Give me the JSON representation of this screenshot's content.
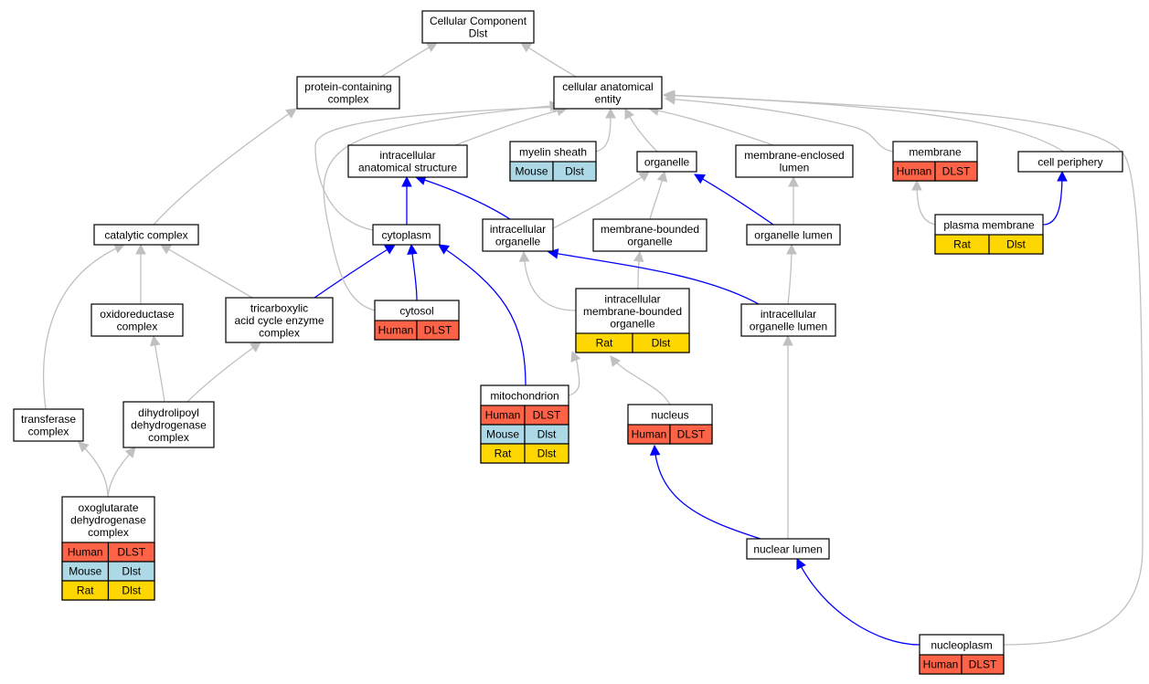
{
  "colors": {
    "human": "#ff6347",
    "mouse": "#add8e6",
    "rat": "#ffd700",
    "is_a": "#c0c0c0",
    "part_of": "#0000ff"
  },
  "nodes": [
    {
      "id": "cc",
      "lines": [
        "Cellular Component",
        "Dlst"
      ],
      "rows": []
    },
    {
      "id": "pcc",
      "lines": [
        "protein-containing",
        "complex"
      ],
      "rows": []
    },
    {
      "id": "cae",
      "lines": [
        "cellular anatomical",
        "entity"
      ],
      "rows": []
    },
    {
      "id": "ias",
      "lines": [
        "intracellular",
        "anatomical structure"
      ],
      "rows": []
    },
    {
      "id": "ms",
      "lines": [
        "myelin sheath"
      ],
      "rows": [
        {
          "species": "Mouse",
          "gene": "Dlst",
          "color": "mouse"
        }
      ]
    },
    {
      "id": "org",
      "lines": [
        "organelle"
      ],
      "rows": []
    },
    {
      "id": "mel",
      "lines": [
        "membrane-enclosed",
        "lumen"
      ],
      "rows": []
    },
    {
      "id": "mem",
      "lines": [
        "membrane"
      ],
      "rows": [
        {
          "species": "Human",
          "gene": "DLST",
          "color": "human"
        }
      ]
    },
    {
      "id": "cp",
      "lines": [
        "cell periphery"
      ],
      "rows": []
    },
    {
      "id": "cat",
      "lines": [
        "catalytic complex"
      ],
      "rows": []
    },
    {
      "id": "cyt",
      "lines": [
        "cytoplasm"
      ],
      "rows": []
    },
    {
      "id": "io",
      "lines": [
        "intracellular",
        "organelle"
      ],
      "rows": []
    },
    {
      "id": "mbo",
      "lines": [
        "membrane-bounded",
        "organelle"
      ],
      "rows": []
    },
    {
      "id": "ol",
      "lines": [
        "organelle lumen"
      ],
      "rows": []
    },
    {
      "id": "pm",
      "lines": [
        "plasma membrane"
      ],
      "rows": [
        {
          "species": "Rat",
          "gene": "Dlst",
          "color": "rat"
        }
      ]
    },
    {
      "id": "oxc",
      "lines": [
        "oxidoreductase",
        "complex"
      ],
      "rows": []
    },
    {
      "id": "tca",
      "lines": [
        "tricarboxylic",
        "acid cycle enzyme",
        "complex"
      ],
      "rows": []
    },
    {
      "id": "cyto",
      "lines": [
        "cytosol"
      ],
      "rows": [
        {
          "species": "Human",
          "gene": "DLST",
          "color": "human"
        }
      ]
    },
    {
      "id": "imbo",
      "lines": [
        "intracellular",
        "membrane-bounded",
        "organelle"
      ],
      "rows": [
        {
          "species": "Rat",
          "gene": "Dlst",
          "color": "rat"
        }
      ]
    },
    {
      "id": "iol",
      "lines": [
        "intracellular",
        "organelle lumen"
      ],
      "rows": []
    },
    {
      "id": "tc",
      "lines": [
        "transferase",
        "complex"
      ],
      "rows": []
    },
    {
      "id": "dldh",
      "lines": [
        "dihydrolipoyl",
        "dehydrogenase",
        "complex"
      ],
      "rows": []
    },
    {
      "id": "mito",
      "lines": [
        "mitochondrion"
      ],
      "rows": [
        {
          "species": "Human",
          "gene": "DLST",
          "color": "human"
        },
        {
          "species": "Mouse",
          "gene": "Dlst",
          "color": "mouse"
        },
        {
          "species": "Rat",
          "gene": "Dlst",
          "color": "rat"
        }
      ]
    },
    {
      "id": "nuc",
      "lines": [
        "nucleus"
      ],
      "rows": [
        {
          "species": "Human",
          "gene": "DLST",
          "color": "human"
        }
      ]
    },
    {
      "id": "ogdc",
      "lines": [
        "oxoglutarate",
        "dehydrogenase",
        "complex"
      ],
      "rows": [
        {
          "species": "Human",
          "gene": "DLST",
          "color": "human"
        },
        {
          "species": "Mouse",
          "gene": "Dlst",
          "color": "mouse"
        },
        {
          "species": "Rat",
          "gene": "Dlst",
          "color": "rat"
        }
      ]
    },
    {
      "id": "nl",
      "lines": [
        "nuclear lumen"
      ],
      "rows": []
    },
    {
      "id": "np",
      "lines": [
        "nucleoplasm"
      ],
      "rows": [
        {
          "species": "Human",
          "gene": "DLST",
          "color": "human"
        }
      ]
    }
  ],
  "edges": [
    {
      "from": "pcc",
      "to": "cc",
      "type": "is_a"
    },
    {
      "from": "cae",
      "to": "cc",
      "type": "is_a"
    },
    {
      "from": "ias",
      "to": "cae",
      "type": "is_a"
    },
    {
      "from": "ms",
      "to": "cae",
      "type": "is_a"
    },
    {
      "from": "org",
      "to": "cae",
      "type": "is_a"
    },
    {
      "from": "mel",
      "to": "cae",
      "type": "is_a"
    },
    {
      "from": "mem",
      "to": "cae",
      "type": "is_a"
    },
    {
      "from": "cp",
      "to": "cae",
      "type": "is_a"
    },
    {
      "from": "cat",
      "to": "pcc",
      "type": "is_a"
    },
    {
      "from": "cyt",
      "to": "cae",
      "type": "is_a"
    },
    {
      "from": "cyt",
      "to": "ias",
      "type": "part_of"
    },
    {
      "from": "io",
      "to": "ias",
      "type": "part_of"
    },
    {
      "from": "io",
      "to": "org",
      "type": "is_a"
    },
    {
      "from": "mbo",
      "to": "org",
      "type": "is_a"
    },
    {
      "from": "ol",
      "to": "mel",
      "type": "is_a"
    },
    {
      "from": "ol",
      "to": "org",
      "type": "part_of"
    },
    {
      "from": "pm",
      "to": "mem",
      "type": "is_a"
    },
    {
      "from": "pm",
      "to": "cp",
      "type": "part_of"
    },
    {
      "from": "oxc",
      "to": "cat",
      "type": "is_a"
    },
    {
      "from": "tca",
      "to": "cat",
      "type": "is_a"
    },
    {
      "from": "tca",
      "to": "cyt",
      "type": "part_of"
    },
    {
      "from": "cyto",
      "to": "cae",
      "type": "is_a"
    },
    {
      "from": "cyto",
      "to": "cyt",
      "type": "part_of"
    },
    {
      "from": "imbo",
      "to": "io",
      "type": "is_a"
    },
    {
      "from": "imbo",
      "to": "mbo",
      "type": "is_a"
    },
    {
      "from": "iol",
      "to": "ol",
      "type": "is_a"
    },
    {
      "from": "iol",
      "to": "io",
      "type": "part_of"
    },
    {
      "from": "tc",
      "to": "cat",
      "type": "is_a"
    },
    {
      "from": "dldh",
      "to": "oxc",
      "type": "is_a"
    },
    {
      "from": "dldh",
      "to": "tca",
      "type": "is_a"
    },
    {
      "from": "mito",
      "to": "imbo",
      "type": "is_a"
    },
    {
      "from": "mito",
      "to": "cyt",
      "type": "part_of"
    },
    {
      "from": "nuc",
      "to": "imbo",
      "type": "is_a"
    },
    {
      "from": "ogdc",
      "to": "tc",
      "type": "is_a"
    },
    {
      "from": "ogdc",
      "to": "dldh",
      "type": "is_a"
    },
    {
      "from": "nl",
      "to": "iol",
      "type": "is_a"
    },
    {
      "from": "nl",
      "to": "nuc",
      "type": "part_of"
    },
    {
      "from": "np",
      "to": "cae",
      "type": "is_a"
    },
    {
      "from": "np",
      "to": "nl",
      "type": "part_of"
    }
  ]
}
